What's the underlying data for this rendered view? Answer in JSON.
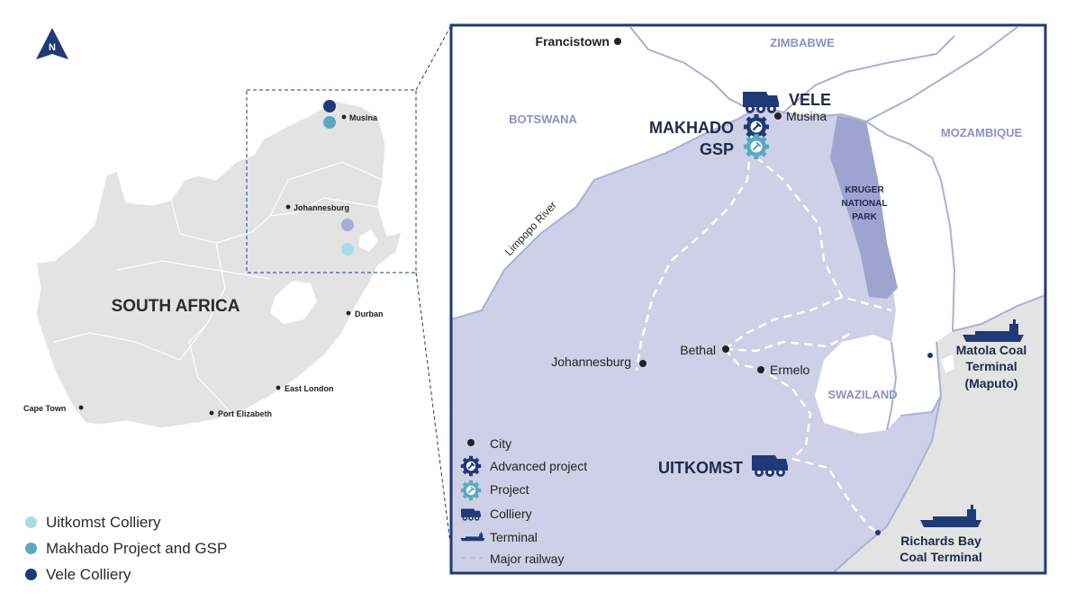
{
  "colors": {
    "navy": "#1f3a78",
    "teal": "#5aa9c0",
    "light_teal": "#a9dbe8",
    "lavender": "#a8acd6",
    "land_gray": "#e3e3e3",
    "sa_zoom_fill": "#cdd0e6",
    "kruger_fill": "#9ea4cf",
    "border_line": "#aab0d6",
    "country_label": "#8a92c8"
  },
  "compass": {
    "letter": "N",
    "icon": "north-arrow-icon"
  },
  "overview_map": {
    "country_label": "SOUTH AFRICA",
    "cities": [
      "Musina",
      "Johannesburg",
      "Durban",
      "East London",
      "Port Elizabeth",
      "Cape Town"
    ]
  },
  "left_legend": [
    {
      "label": "Uitkomst Colliery",
      "color": "#a9dbe8"
    },
    {
      "label": "Makhado Project and GSP",
      "color": "#5aa9c0"
    },
    {
      "label": "Vele Colliery",
      "color": "#1f3a78"
    }
  ],
  "zoom_map": {
    "countries": [
      "ZIMBABWE",
      "BOTSWANA",
      "MOZAMBIQUE",
      "SWAZILAND"
    ],
    "river": "Limpopo River",
    "park": [
      "KRUGER",
      "NATIONAL",
      "PARK"
    ],
    "cities": [
      "Francistown",
      "Musina",
      "Johannesburg",
      "Bethal",
      "Ermelo"
    ],
    "projects": {
      "vele": "VELE",
      "makhado": "MAKHADO",
      "gsp": "GSP",
      "uitkomst": "UITKOMST"
    },
    "terminals": {
      "matola": [
        "Matola Coal",
        "Terminal",
        "(Maputo)"
      ],
      "richards": [
        "Richards Bay",
        "Coal Terminal"
      ]
    },
    "legend": [
      {
        "label": "City",
        "icon": "city-dot-icon"
      },
      {
        "label": "Advanced project",
        "icon": "gear-wrench-icon"
      },
      {
        "label": "Project",
        "icon": "gear-wrench-outline-icon"
      },
      {
        "label": "Colliery",
        "icon": "dump-truck-icon"
      },
      {
        "label": "Terminal",
        "icon": "ship-icon"
      },
      {
        "label": "Major railway",
        "icon": "dashed-line-icon"
      }
    ]
  }
}
